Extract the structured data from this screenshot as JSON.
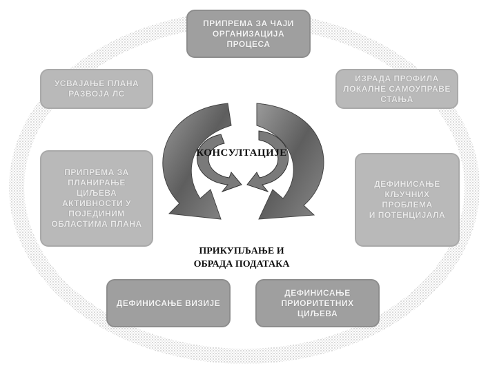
{
  "nodes": [
    {
      "id": "top",
      "text": "ПРИПРЕМА ЗА ЧАЈИ\nОРГАНИЗАЦИЈА\nПРОЦЕСА"
    },
    {
      "id": "top-left",
      "text": "УСВАЈАЊЕ ПЛАНА\nРАЗВОЈА ЛС"
    },
    {
      "id": "top-right",
      "text": "ИЗРАДА ПРОФИЛА\nЛОКАЛНЕ САМОУПРАВЕ СТАЊА"
    },
    {
      "id": "left",
      "text": "ПРИПРЕМА ЗА\nПЛАНИРАЊЕ\nЦИЉЕВА\nАКТИВНОСТИ У\nПОЈЕДИНИМ\nОБЛАСТИМА ПЛАНА"
    },
    {
      "id": "right",
      "text": "ДЕФИНИСАЊЕ\nКЉУЧНИХ ПРОБЛЕМА\nИ ПОТЕНЦИЈАЛА"
    },
    {
      "id": "bottom-left",
      "text": "ДЕФИНИСАЊЕ ВИЗИЈЕ"
    },
    {
      "id": "bottom-right",
      "text": "ДЕФИНИСАЊЕ\nПРИОРИТЕТНИХ\nЦИЉЕВА"
    }
  ],
  "center": {
    "consultations": "КОНСУЛТАЦИЈЕ",
    "collection_line1": "ПРИКУПЉАЊЕ И",
    "collection_line2": "ОБРАДА ПОДАТАКА"
  },
  "colors": {
    "box_fill": "#9f9f9f",
    "box_fill_light": "#b9b9b9",
    "ring": "#c8c8c8",
    "arrow": "#6f6f6f",
    "text_dark": "#111111"
  }
}
